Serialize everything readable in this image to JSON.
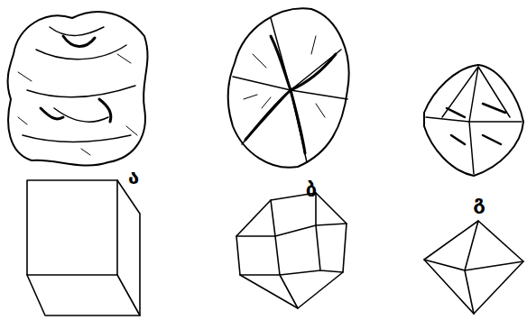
{
  "diagram": {
    "labels": [
      "ა",
      "ბ",
      "გ"
    ]
  }
}
